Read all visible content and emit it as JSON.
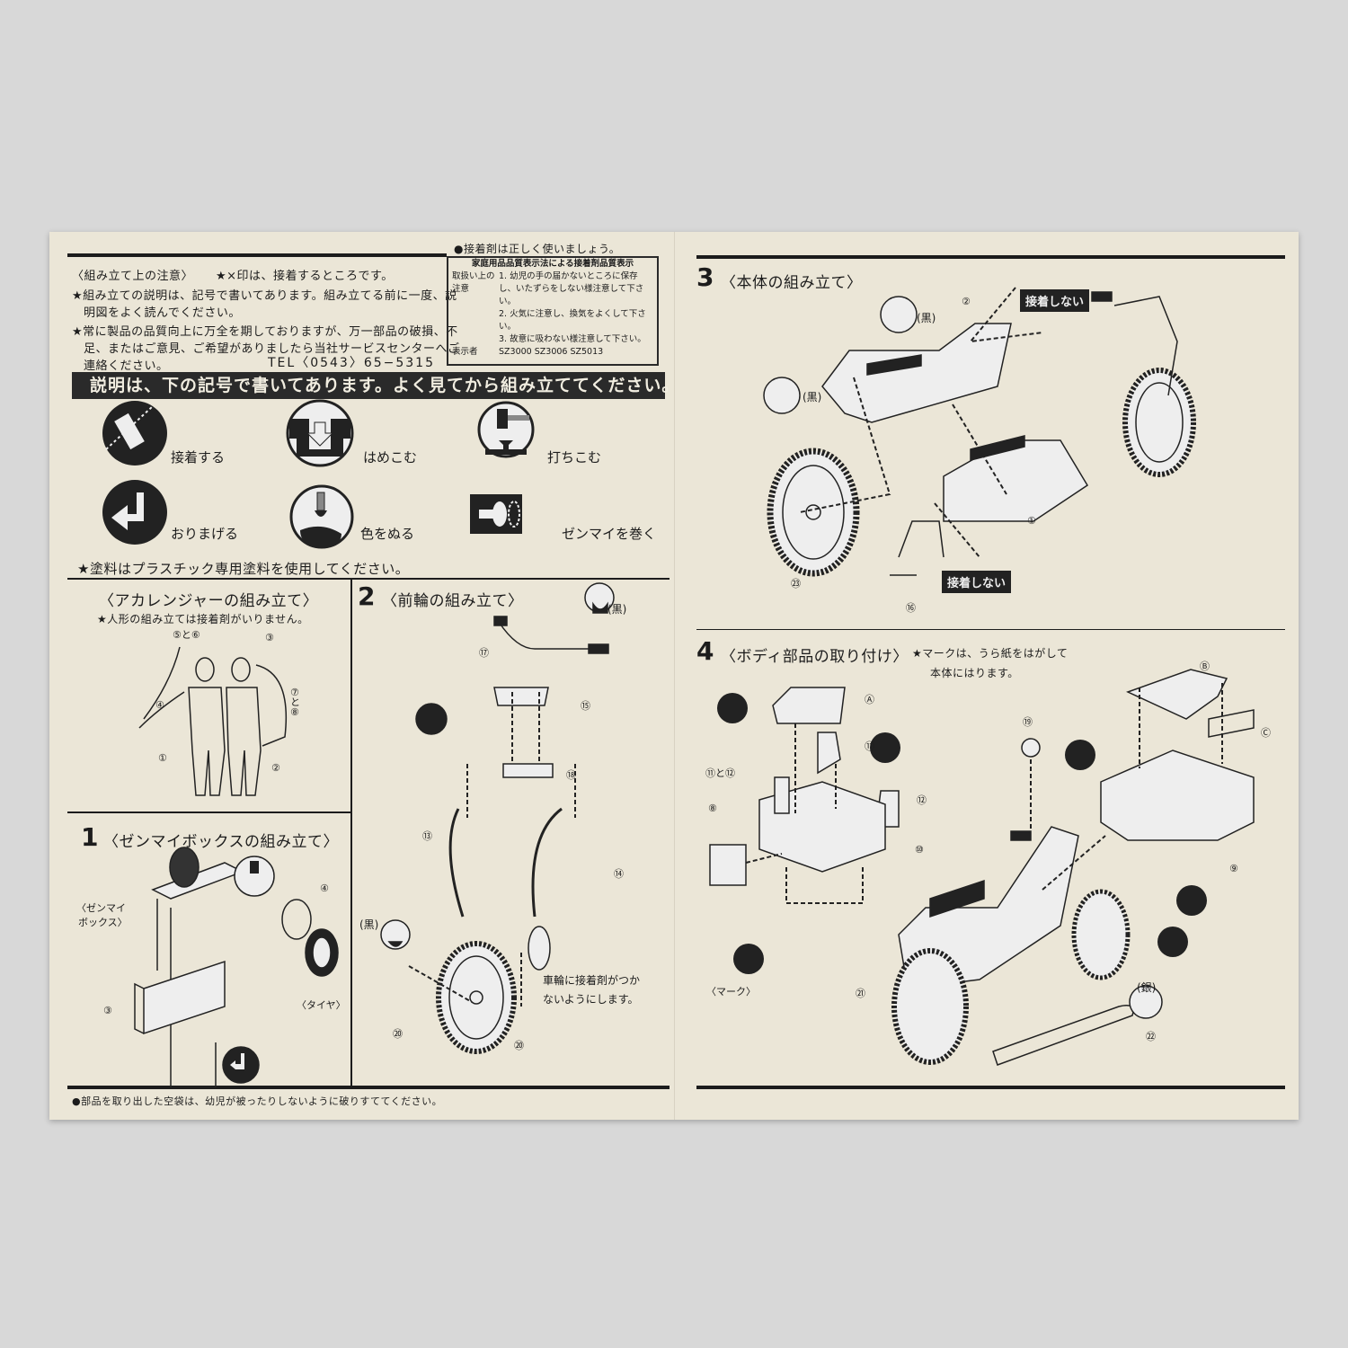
{
  "notes": {
    "heading": "〈組み立て上の注意〉",
    "x_mark": "★×印は、接着するところです。",
    "line1": "★組み立ての説明は、記号で書いてあります。組み立てる前に一度、説",
    "line1b": "明図をよく読んでください。",
    "line2": "★常に製品の品質向上に万全を期しておりますが、万一部品の破損、不",
    "line2b": "足、またはご意見、ご希望がありましたら当社サービスセンターへご",
    "line2c": "連絡ください。",
    "tel": "TEL〈0543〉65−5315"
  },
  "adhesive": {
    "header": "●接着剤は正しく使いましょう。",
    "box_title": "家庭用品品質表示法による接着剤品質表示",
    "caution_label": "取扱い上の注意",
    "items": [
      "1. 幼児の手の届かないところに保存し、いたずらをしない様注意して下さい。",
      "2. 火気に注意し、換気をよくして下さい。",
      "3. 故意に吸わない様注意して下さい。"
    ],
    "maker_label": "表示者",
    "codes": "SZ3000  SZ3006  SZ5013"
  },
  "banner": "説明は、下の記号で書いてあります。よく見てから組み立ててください。",
  "symbols": [
    {
      "label": "接着する",
      "icon": "glue-tube-icon"
    },
    {
      "label": "はめこむ",
      "icon": "insert-icon"
    },
    {
      "label": "打ちこむ",
      "icon": "hammer-icon"
    },
    {
      "label": "おりまげる",
      "icon": "fold-arrow-icon"
    },
    {
      "label": "色をぬる",
      "icon": "paint-brush-icon"
    },
    {
      "label": "ゼンマイを巻く",
      "icon": "wind-key-icon"
    }
  ],
  "paint_note": "★塗料はプラスチック専用塗料を使用してください。",
  "acaranger": {
    "title": "〈アカレンジャーの組み立て〉",
    "note": "★人形の組み立ては接着剤がいりません。",
    "parts": [
      "⑤と⑥",
      "③",
      "④",
      "⑦と⑧",
      "①",
      "②"
    ]
  },
  "step1": {
    "number": "1",
    "title": "〈ゼンマイボックスの組み立て〉",
    "labels": [
      "〈ゼンマイ",
      "ボックス〉",
      "〈タイヤ〉"
    ],
    "parts": [
      "④",
      "③"
    ]
  },
  "step2": {
    "number": "2",
    "title": "〈前輪の組み立て〉",
    "black": "(黒)",
    "note1": "車輪に接着剤がつか",
    "note2": "ないようにします。",
    "parts": [
      "⑰",
      "⑮",
      "⑱",
      "⑬",
      "⑭",
      "⑳",
      "⑳"
    ]
  },
  "step3": {
    "number": "3",
    "title": "〈本体の組み立て〉",
    "no_glue": "接着しない",
    "black": "(黒)",
    "parts": [
      "②",
      "①",
      "㉓",
      "⑯"
    ]
  },
  "step4": {
    "number": "4",
    "title": "〈ボディ部品の取り付け〉",
    "note1": "★マークは、うら紙をはがして",
    "note2": "本体にはります。",
    "mark_label": "〈マーク〉",
    "silver": "(銀)",
    "parts": [
      "Ⓐ",
      "Ⓑ",
      "Ⓒ",
      "⑪",
      "⑪と⑫",
      "⑫",
      "⑧",
      "⑩",
      "⑲",
      "⑨",
      "㉑",
      "㉒"
    ]
  },
  "footer_note": "●部品を取り出した空袋は、幼児が被ったりしないように破りすててください。"
}
